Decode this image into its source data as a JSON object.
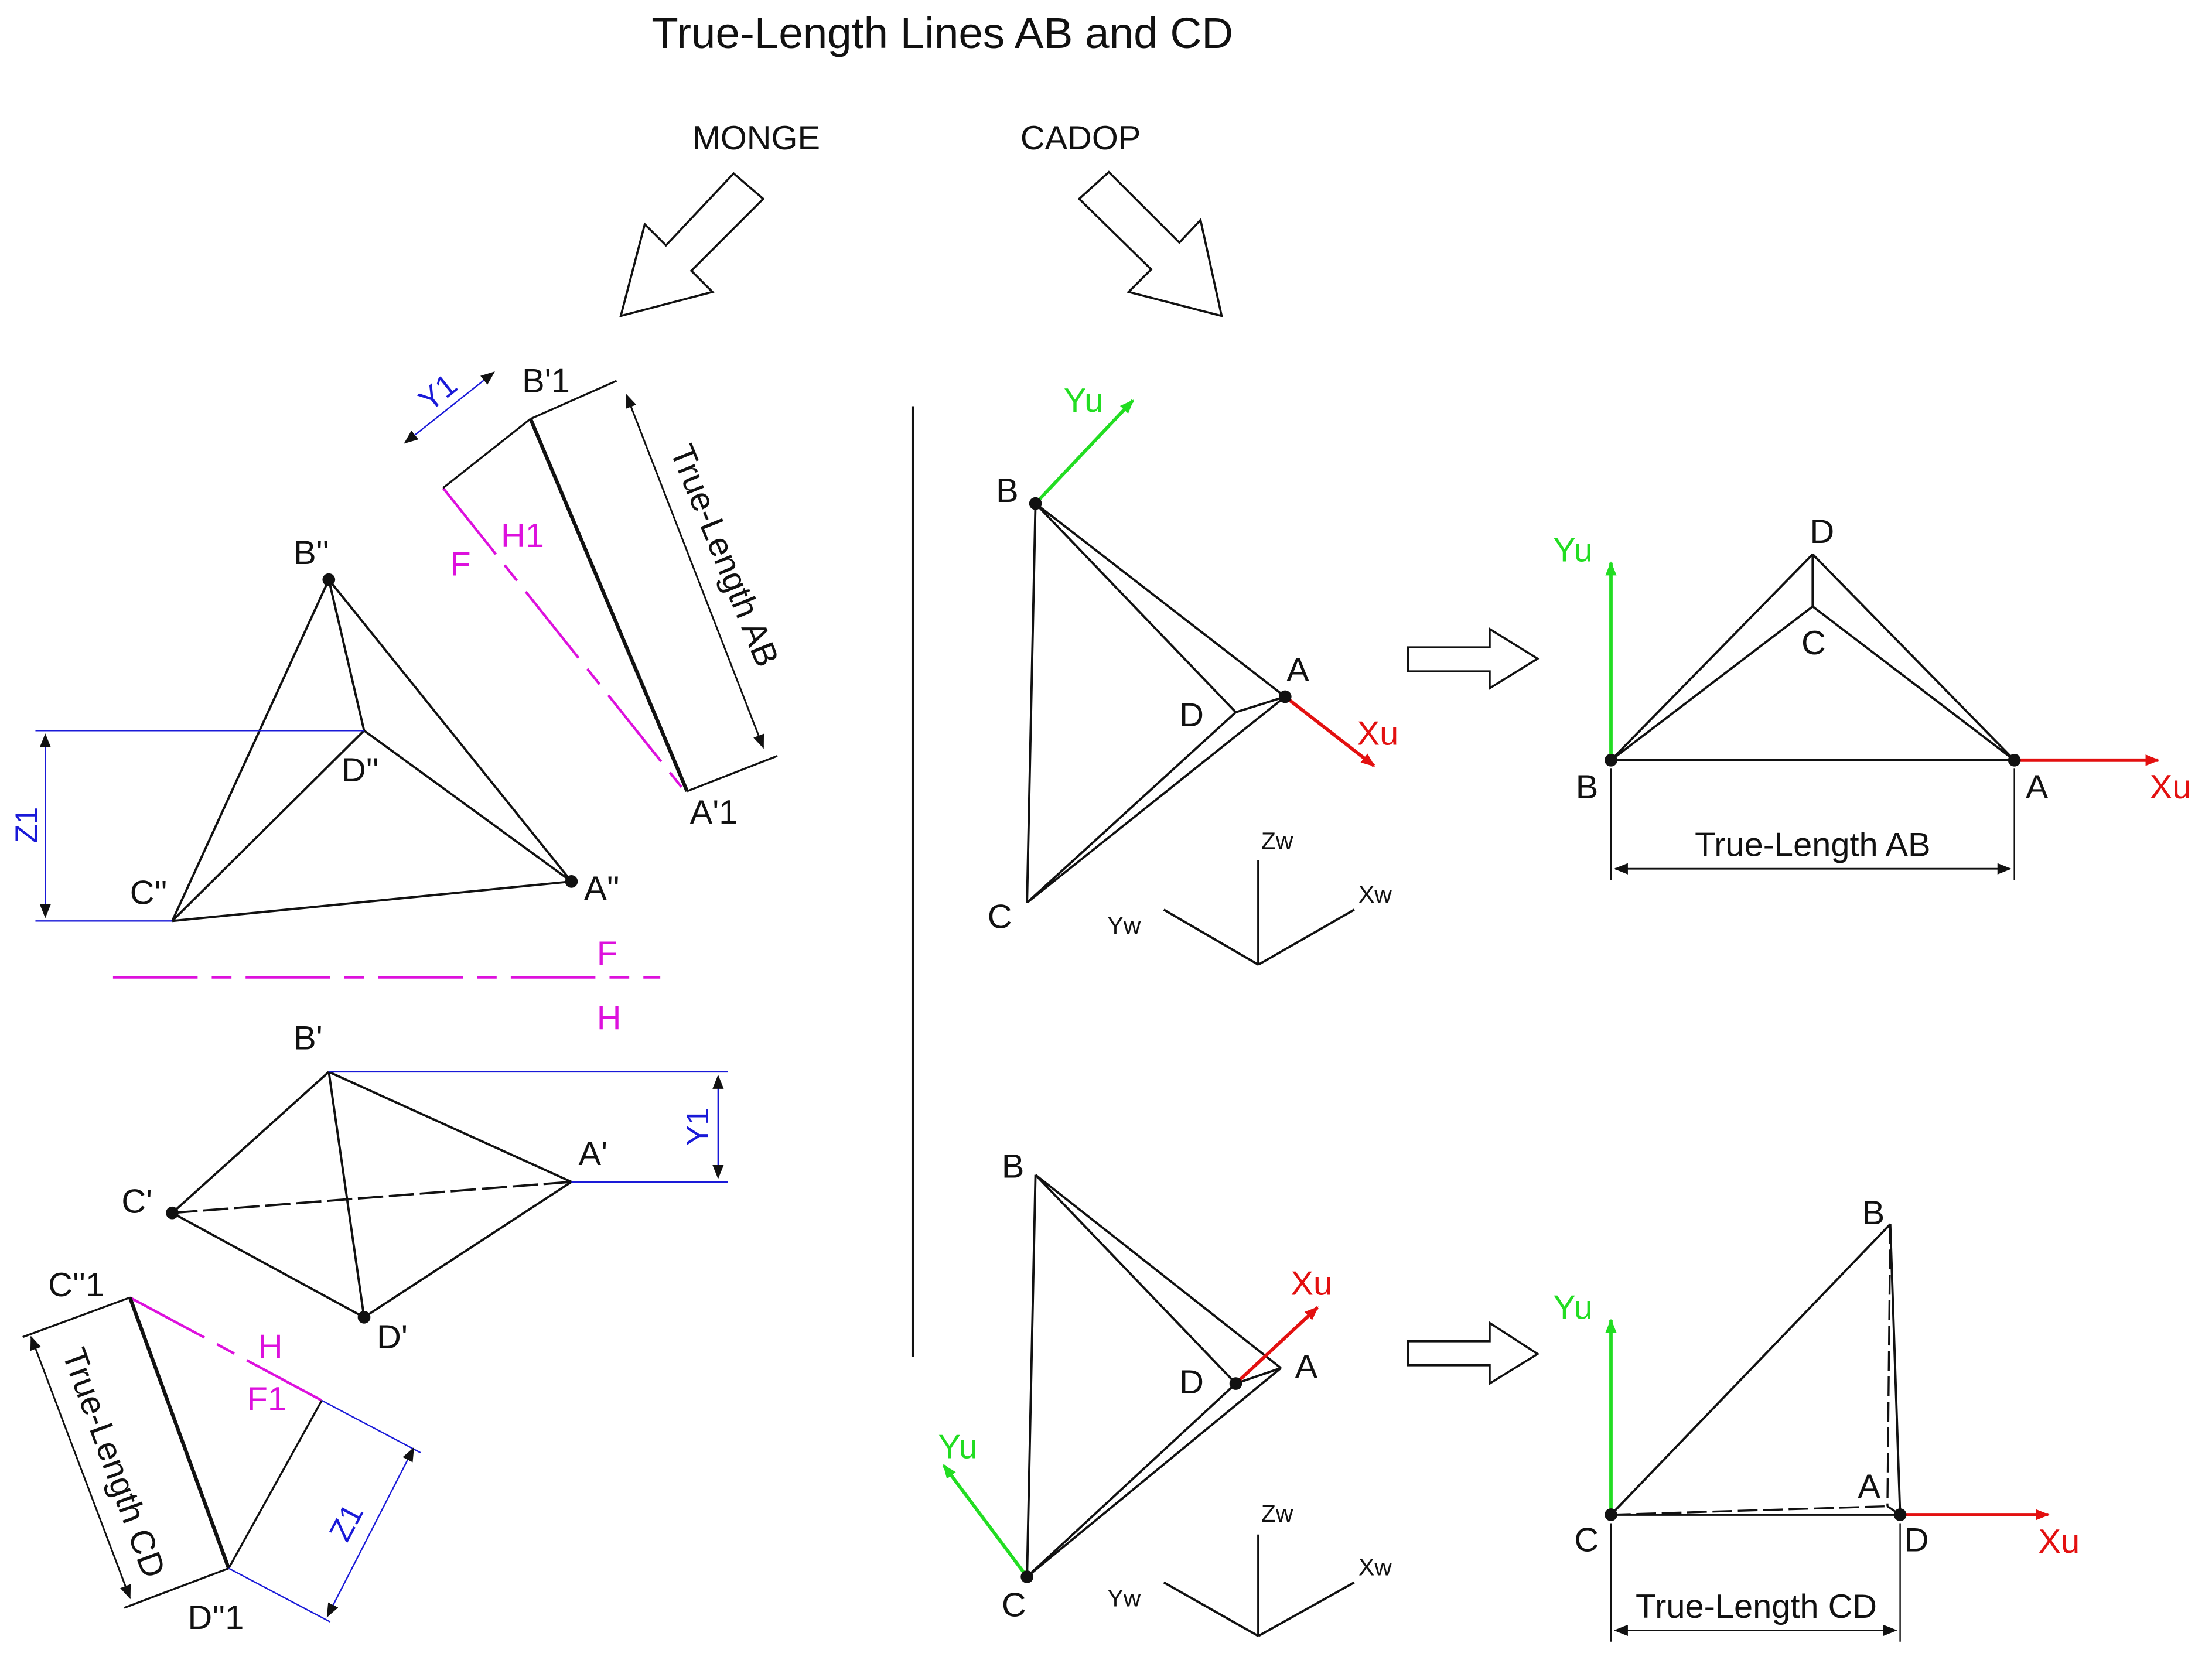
{
  "title": "True-Length Lines AB and CD",
  "headers": {
    "monge": "MONGE",
    "cadop": "CADOP"
  },
  "colors": {
    "ink": "#111111",
    "projection": "#dd11dd",
    "dimension": "#1a1ad8",
    "axis_x": "#e31010",
    "axis_y": "#22dd22",
    "background": "#ffffff"
  },
  "icons": {
    "arrow": "hollow-arrow-icon",
    "point": "point-dot-icon"
  },
  "monge": {
    "frontal_labels": {
      "b": "B''",
      "d": "D''",
      "c": "C''",
      "a": "A''"
    },
    "horizontal_labels": {
      "b": "B'",
      "a": "A'",
      "c": "C'",
      "d": "D'"
    },
    "fh_line": {
      "upper": "F",
      "lower": "H"
    },
    "aux_ab": {
      "b": "B'1",
      "a": "A'1",
      "h1": "H1",
      "f": "F",
      "y1": "Y1",
      "true_length": "True-Length AB"
    },
    "aux_cd": {
      "c": "C''1",
      "d": "D''1",
      "h": "H",
      "f1": "F1",
      "z1": "Z1",
      "true_length": "True-Length CD"
    },
    "dims": {
      "z1": "Z1",
      "y1": "Y1"
    }
  },
  "cadop": {
    "view_ab": {
      "b": "B",
      "a": "A",
      "d": "D",
      "c": "C",
      "xu": "Xu",
      "yu": "Yu"
    },
    "view_cd": {
      "b": "B",
      "a": "A",
      "d": "D",
      "c": "C",
      "xu": "Xu",
      "yu": "Yu"
    },
    "world_axes": {
      "zw": "Zw",
      "xw": "Xw",
      "yw": "Yw"
    },
    "result_ab": {
      "d": "D",
      "c": "C",
      "b": "B",
      "a": "A",
      "xu": "Xu",
      "yu": "Yu",
      "true_length": "True-Length AB"
    },
    "result_cd": {
      "b": "B",
      "a": "A",
      "c": "C",
      "d": "D",
      "xu": "Xu",
      "yu": "Yu",
      "true_length": "True-Length CD"
    }
  }
}
